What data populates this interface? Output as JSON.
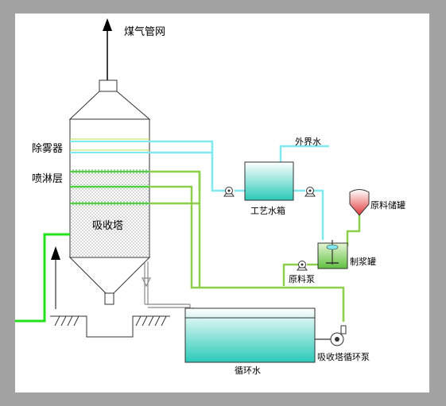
{
  "labels": {
    "gas_network": "煤气管网",
    "demister": "除雾器",
    "spray_layer": "喷淋层",
    "absorber": "吸收塔",
    "external_water": "外界水",
    "process_tank": "工艺水箱",
    "raw_storage": "原料储罐",
    "slurry_tank": "制浆罐",
    "raw_pump": "原料泵",
    "circulating_water": "循环水",
    "circulation_pump": "吸收塔循环泵"
  },
  "colors": {
    "background": "#a3a3a3",
    "canvas": "#ffffff",
    "water_line": "#7fe9ef",
    "slurry_line": "#8dcf4b",
    "inlet_line": "#22e01a",
    "tank_liquid": "#2ac9b8",
    "storage_liquid": "#e23b3b",
    "spray_green": "#4fd13f"
  },
  "icons": [
    "arrow-up-icon",
    "pump-icon",
    "agitator-icon",
    "ground-hatch-icon"
  ]
}
